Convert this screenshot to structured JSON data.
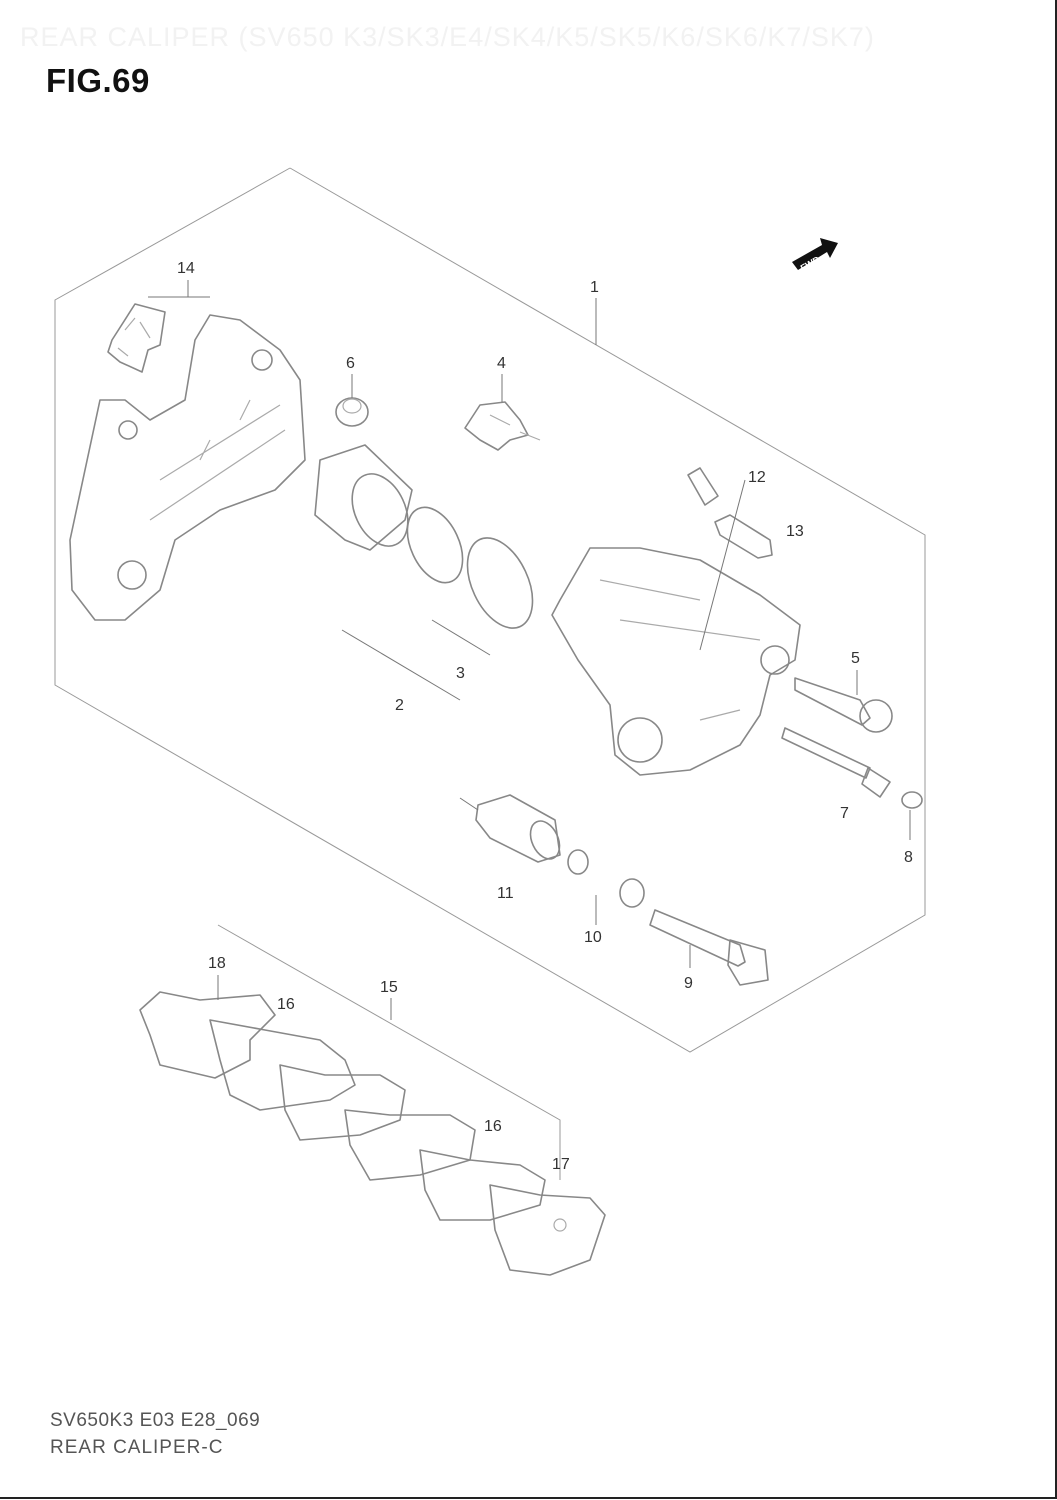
{
  "header": {
    "faded_title": "REAR CALIPER (SV650 K3/SK3/E4/SK4/K5/SK5/K6/SK6/K7/SK7)",
    "figure_label": "FIG.69"
  },
  "fwd_badge": "FWD",
  "callouts": {
    "c1": "1",
    "c2": "2",
    "c3": "3",
    "c4": "4",
    "c5": "5",
    "c6": "6",
    "c7": "7",
    "c8": "8",
    "c9": "9",
    "c10": "10",
    "c11": "11",
    "c12": "12",
    "c13": "13",
    "c14": "14",
    "c15": "15",
    "c16a": "16",
    "c16b": "16",
    "c17": "17",
    "c18": "18"
  },
  "footer": {
    "code": "SV650K3 E03 E28_069",
    "name": "REAR CALIPER-C"
  }
}
